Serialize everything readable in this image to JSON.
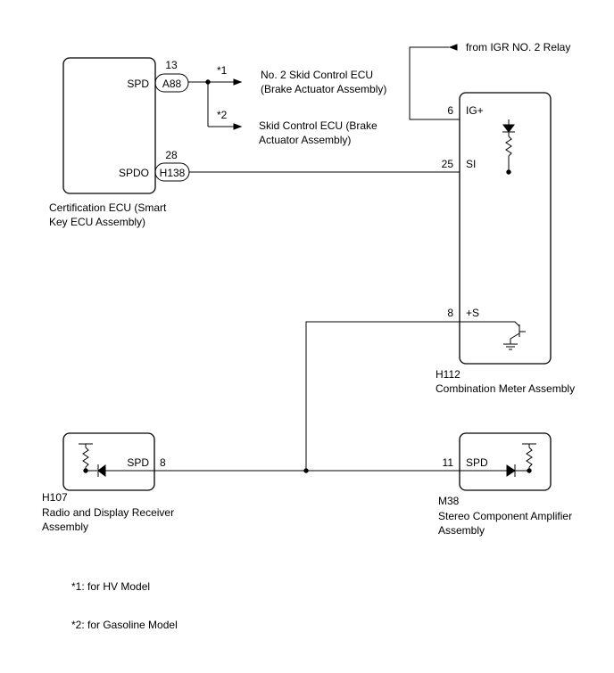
{
  "cert_ecu": {
    "name_line1": "Certification ECU (Smart",
    "name_line2": "Key ECU Assembly)",
    "pin_spd": "SPD",
    "pin_spdo": "SPDO",
    "pin_spd_no": "13",
    "pin_spdo_no": "28",
    "conn_a88": "A88",
    "conn_h138": "H138"
  },
  "branch": {
    "note1_mark": "*1",
    "dest1_line1": "No. 2 Skid Control ECU",
    "dest1_line2": "(Brake Actuator Assembly)",
    "note2_mark": "*2",
    "dest2_line1": "Skid Control ECU (Brake",
    "dest2_line2": "Actuator Assembly)"
  },
  "relay": {
    "label": "from IGR NO. 2 Relay"
  },
  "meter": {
    "code": "H112",
    "name": "Combination Meter Assembly",
    "pin_ig_no": "6",
    "pin_ig": "IG+",
    "pin_si_no": "25",
    "pin_si": "SI",
    "pin_s_no": "8",
    "pin_s": "+S"
  },
  "radio": {
    "code": "H107",
    "name_line1": "Radio and Display Receiver",
    "name_line2": "Assembly",
    "pin_spd": "SPD",
    "pin_no": "8"
  },
  "amp": {
    "code": "M38",
    "name_line1": "Stereo Component Amplifier",
    "name_line2": "Assembly",
    "pin_spd": "SPD",
    "pin_no": "11"
  },
  "notes": {
    "note1": "*1: for HV Model",
    "note2": "*2: for Gasoline Model"
  }
}
